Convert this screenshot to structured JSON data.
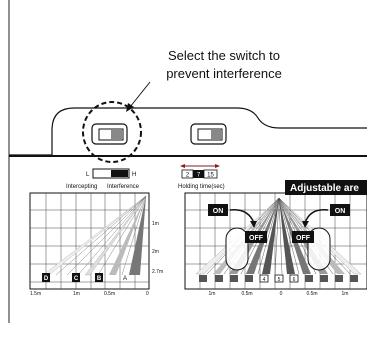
{
  "callout": {
    "line1": "Select the switch to",
    "line2": "prevent interference"
  },
  "left_switch": {
    "left_label": "L",
    "right_label": "H",
    "caption_left": "Intercepting",
    "caption_right": "Interference"
  },
  "right_switch": {
    "times": [
      "2",
      "7",
      "15"
    ],
    "caption": "Holding time(sec)"
  },
  "left_panel": {
    "zone_labels": [
      "D",
      "C",
      "B",
      "A"
    ],
    "distance_labels": [
      "1m",
      "2m",
      "2.7m"
    ],
    "bottom_labels": [
      "1.5m",
      "1m",
      "0.5m",
      "0"
    ]
  },
  "right_panel": {
    "banner": "Adjustable are",
    "on_labels": [
      "ON",
      "ON"
    ],
    "off_labels": [
      "OFF",
      "OFF"
    ],
    "center_numbers": [
      "4",
      "5",
      "6"
    ],
    "bottom_labels": [
      "1m",
      "0.5m",
      "0",
      "0.5m",
      "1m"
    ]
  },
  "colors": {
    "dark": "#111111",
    "gray": "#8a8a8a",
    "light_gray": "#bfbfbf"
  }
}
